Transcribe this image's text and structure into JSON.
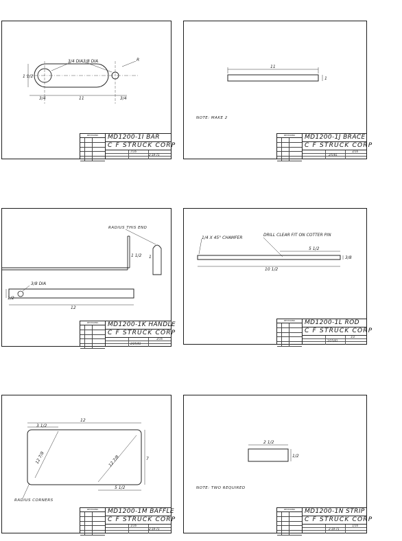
{
  "sheets": [
    {
      "title": "MD1200-1I  BAR",
      "company": "C F STRUCK CORP",
      "notes": "",
      "dims": [
        "3/4 DIA",
        "3/8 DIA",
        "R",
        "1 1/2",
        "3/4",
        "11",
        "3/4"
      ],
      "block": [
        "7/16",
        "2-19-71"
      ]
    },
    {
      "title": "MD1200-1J  BRACE",
      "company": "C F STRUCK CORP",
      "notes": "NOTE: MAKE 2",
      "dims": [
        "11",
        "1"
      ],
      "block": [
        "3/16",
        "2/5/81"
      ]
    },
    {
      "title": "MD1200-1K  HANDLE",
      "company": "C F STRUCK CORP",
      "notes": "RADIUS THIS END",
      "dims": [
        "3/8 DIA",
        "1/2",
        "12",
        "1 1/2",
        "1"
      ],
      "block": [
        "3/16",
        "2/25/81"
      ]
    },
    {
      "title": "MD1200-1L  ROD",
      "company": "C F STRUCK CORP",
      "notes": "",
      "labels": [
        "1/4 X 45° CHAMFER",
        "DRILL CLEAR FIT ON COTTER PIN"
      ],
      "dims": [
        "5 1/2",
        "10 1/2",
        "3/8"
      ],
      "block": [
        "1/2",
        "2/25/81"
      ]
    },
    {
      "title": "MD1200-1M  BAFFLE",
      "company": "C F STRUCK CORP",
      "notes": "RADIUS CORNERS",
      "dims": [
        "12",
        "3 1/2",
        "12 7/8",
        "12 7/8",
        "5 1/2",
        "7"
      ],
      "block": [
        "1/16",
        "2-19-71"
      ]
    },
    {
      "title": "MD1200-1N  STRIP",
      "company": "C F STRUCK CORP",
      "notes": "NOTE: TWO REQUIRED",
      "dims": [
        "2 1/2",
        "1/2"
      ],
      "block": [
        "1/16",
        "2-19-71"
      ]
    }
  ]
}
